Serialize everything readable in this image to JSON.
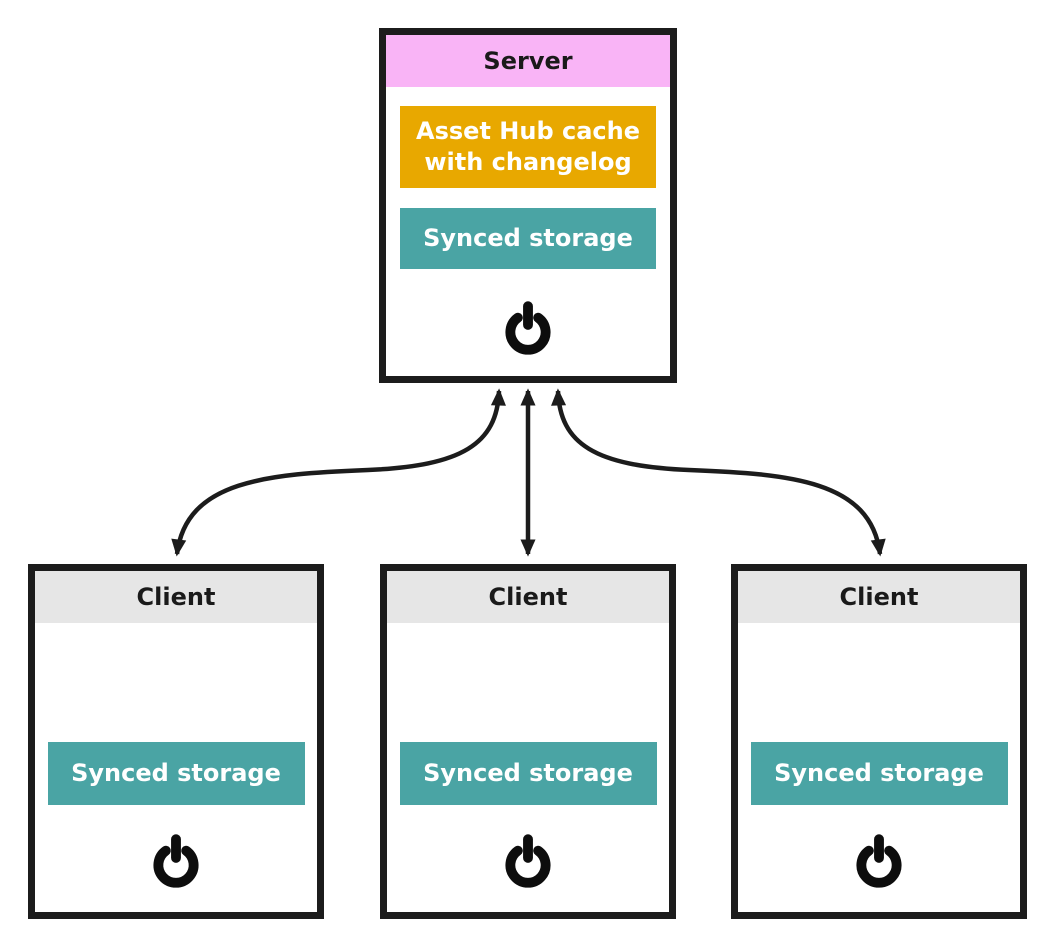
{
  "server": {
    "title": "Server",
    "cache_label": "Asset Hub cache with changelog",
    "storage_label": "Synced storage"
  },
  "clients": [
    {
      "title": "Client",
      "storage_label": "Synced storage"
    },
    {
      "title": "Client",
      "storage_label": "Synced storage"
    },
    {
      "title": "Client",
      "storage_label": "Synced storage"
    }
  ],
  "colors": {
    "server_header": "#f9b4f6",
    "client_header": "#e6e6e6",
    "cache": "#e8a800",
    "storage": "#4aa4a4",
    "outline": "#1c1c1c",
    "label_text": "#ffffff"
  },
  "icons": {
    "power": "power-symbol"
  }
}
